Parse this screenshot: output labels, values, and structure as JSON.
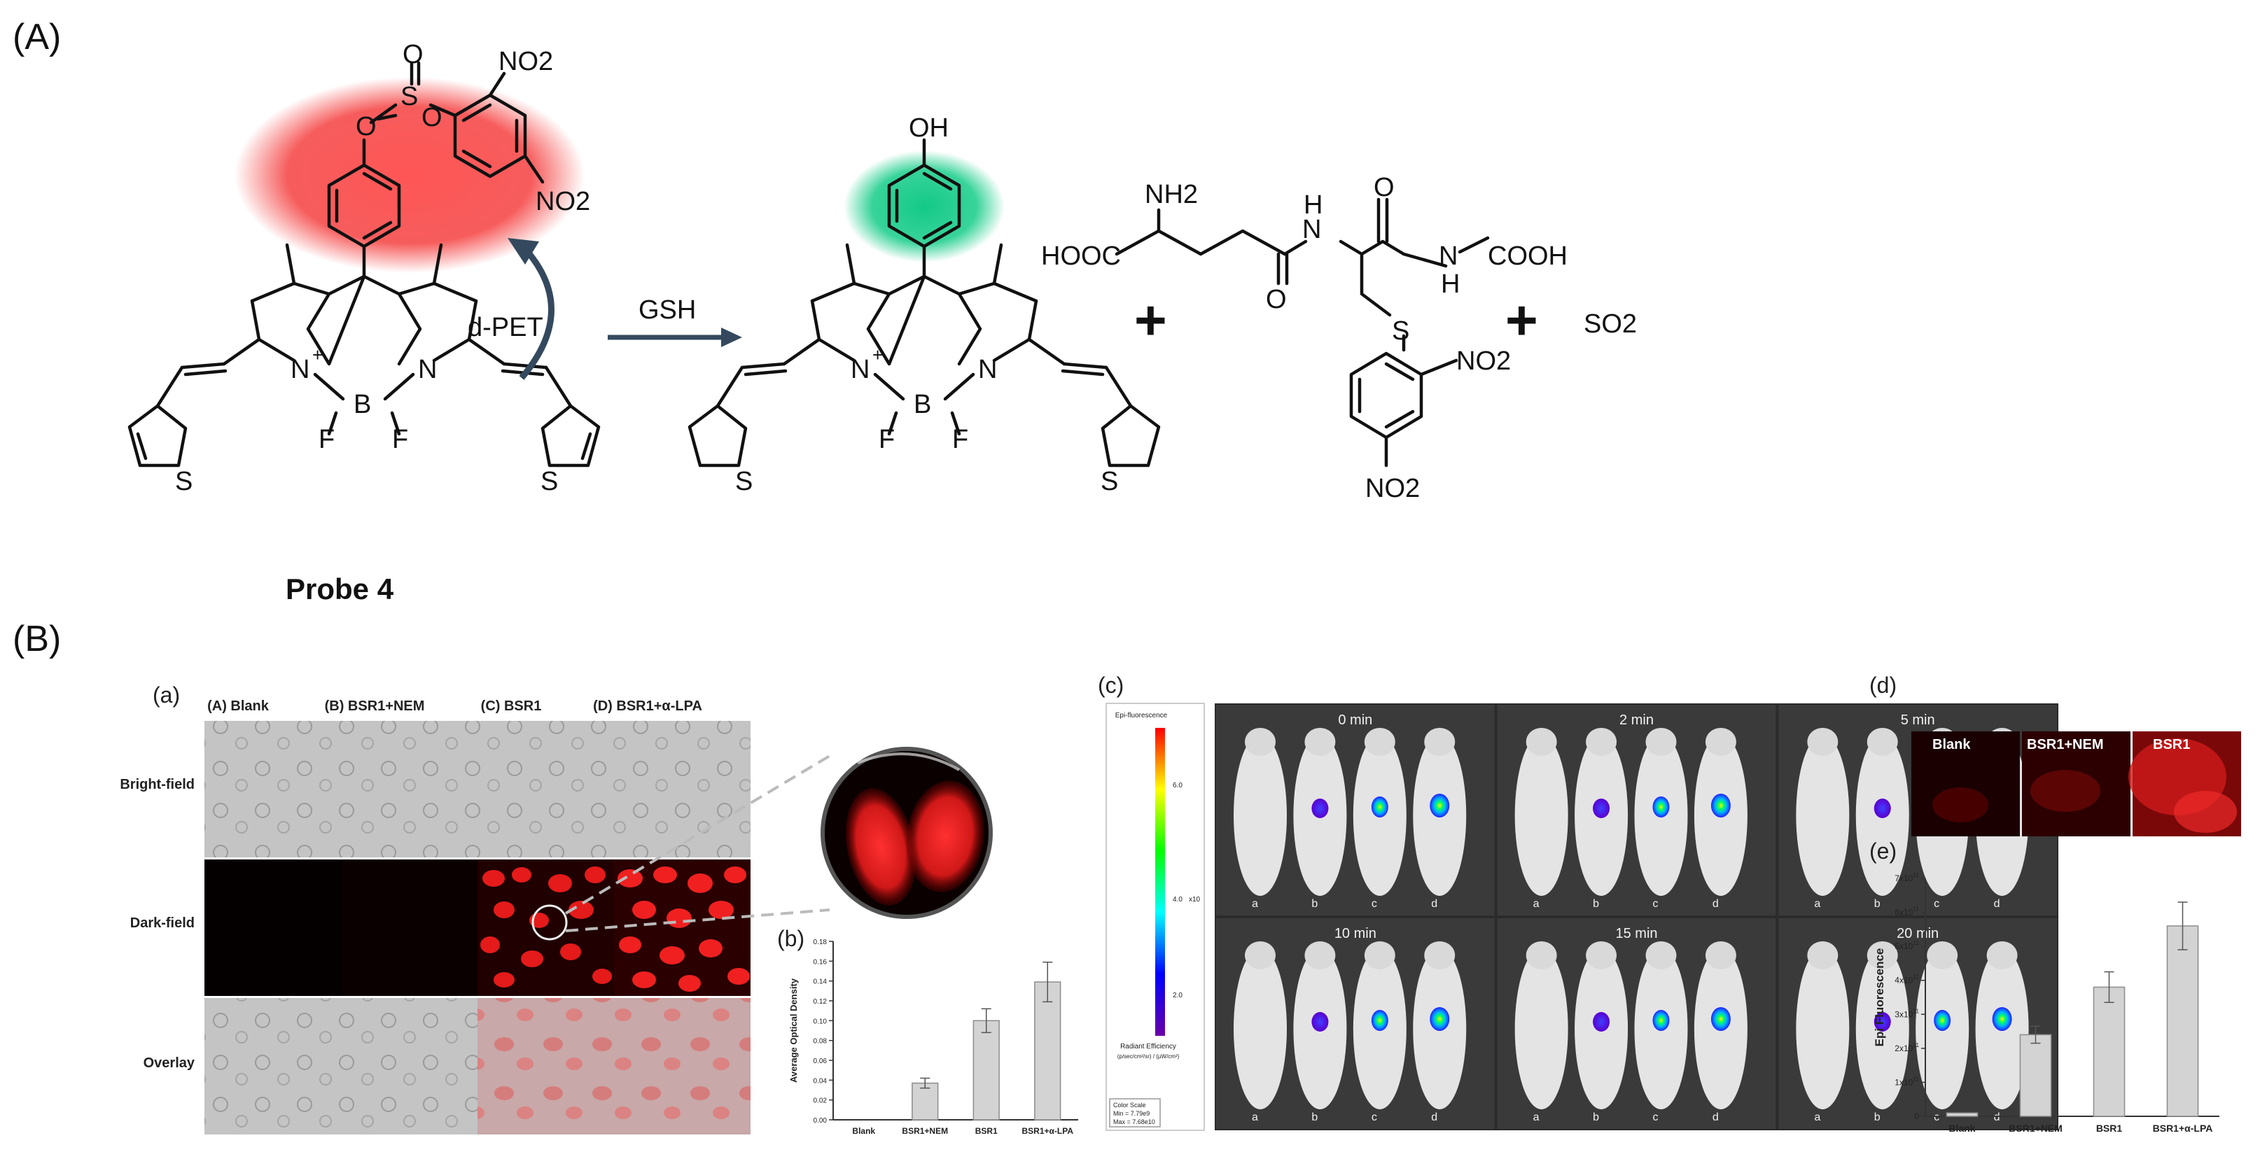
{
  "panels": {
    "A": "(A)",
    "B": "(B)",
    "a": "(a)",
    "b": "(b)",
    "c": "(c)",
    "d": "(d)",
    "e": "(e)"
  },
  "scheme": {
    "probe_label": "Probe 4",
    "arrow_label": "GSH",
    "dpet_label": "d-PET",
    "so2": "SO2",
    "plus": "+",
    "atoms": {
      "S": "S",
      "O": "O",
      "N": "N",
      "B": "B",
      "F": "F",
      "OH": "OH",
      "NO2": "NO2",
      "NH2": "NH2",
      "H": "H",
      "HOOC": "HOOC",
      "COOH": "COOH",
      "plus_charge": "+"
    },
    "colors": {
      "red_glow": "#f04545",
      "green_glow": "#1fcc8a",
      "arrow": "#34495e"
    }
  },
  "cell_imaging": {
    "columns": [
      "(A) Blank",
      "(B) BSR1+NEM",
      "(C) BSR1",
      "(D) BSR1+α-LPA"
    ],
    "rows": [
      "Bright-field",
      "Dark-field",
      "Overlay"
    ]
  },
  "chart_data": [
    {
      "id": "b",
      "type": "bar",
      "categories": [
        "Blank",
        "BSR1+NEM",
        "BSR1",
        "BSR1+α-LPA"
      ],
      "values": [
        0.0,
        0.037,
        0.1,
        0.139
      ],
      "errors": [
        0.0,
        0.005,
        0.012,
        0.02
      ],
      "ylabel": "Average Optical Density",
      "ylim": [
        0,
        0.18
      ],
      "yticks": [
        "0.00",
        "0.02",
        "0.04",
        "0.06",
        "0.08",
        "0.10",
        "0.12",
        "0.14",
        "0.16",
        "0.18"
      ],
      "grid": false
    },
    {
      "id": "e",
      "type": "bar",
      "categories": [
        "Blank",
        "BSR1+NEM",
        "BSR1",
        "BSR1+α-LPA"
      ],
      "values": [
        0.1,
        2.4,
        3.8,
        5.6
      ],
      "errors": [
        0.0,
        0.25,
        0.45,
        0.7
      ],
      "ylabel": "Epi Fluorescence",
      "ylim": [
        0,
        7
      ],
      "yticks": [
        "0",
        "1x10",
        "2x10",
        "3x10",
        "4x10",
        "5x10",
        "6x10",
        "7x10"
      ],
      "ytick_exponent": "11",
      "grid": false
    }
  ],
  "invivo": {
    "timepoints": [
      "0 min",
      "2 min",
      "5 min",
      "10 min",
      "15 min",
      "20 min"
    ],
    "mouse_labels": [
      "a",
      "b",
      "c",
      "d"
    ],
    "scale_title": "Epi-fluorescence",
    "scale_unit": "Radiant Efficiency",
    "scale_unit2": "(p/sec/cm²/sr) / (µW/cm²)",
    "scale_ticks": [
      "6.0",
      "4.0",
      "2.0"
    ],
    "scale_exp": "x10",
    "color_scale_label": "Color Scale",
    "color_min": "Min = 7.79e9",
    "color_max": "Max = 7.68e10"
  },
  "tissue": {
    "labels": [
      "Blank",
      "BSR1+NEM",
      "BSR1"
    ]
  }
}
